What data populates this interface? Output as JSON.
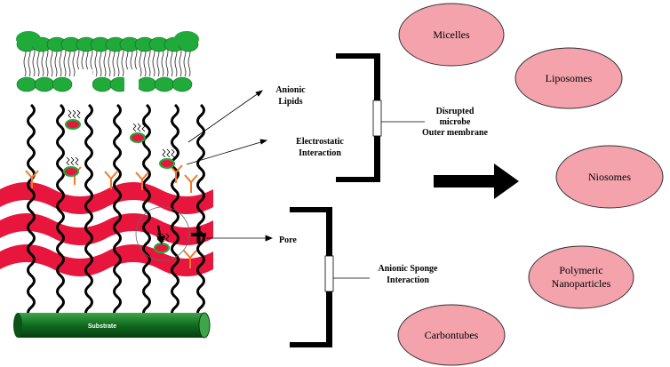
{
  "labels": {
    "anionic_lipids_1": "Anionic",
    "anionic_lipids_2": "Lipids",
    "electrostatic_1": "Electrostatic",
    "electrostatic_2": "Interaction",
    "disrupted_1": "Disrupted",
    "disrupted_2": "microbe",
    "disrupted_3": "Outer membrane",
    "pore": "Pore",
    "sponge_1": "Anionic Sponge",
    "sponge_2": "Interaction",
    "substrate": "Substrate"
  },
  "nanocarriers": [
    {
      "line1": "Micelles",
      "line2": ""
    },
    {
      "line1": "Liposomes",
      "line2": ""
    },
    {
      "line1": "Niosomes",
      "line2": ""
    },
    {
      "line1": "Polymeric",
      "line2": "Nanoparticles"
    },
    {
      "line1": "Carbontubes",
      "line2": ""
    }
  ],
  "colors": {
    "oval_fill": "#f4a3ad",
    "oval_stroke": "#333333",
    "membrane_head": "#1faa3a",
    "polymer_band": "#e8163d",
    "substrate": "#0f6b1f",
    "spike": "#f07a2a"
  }
}
